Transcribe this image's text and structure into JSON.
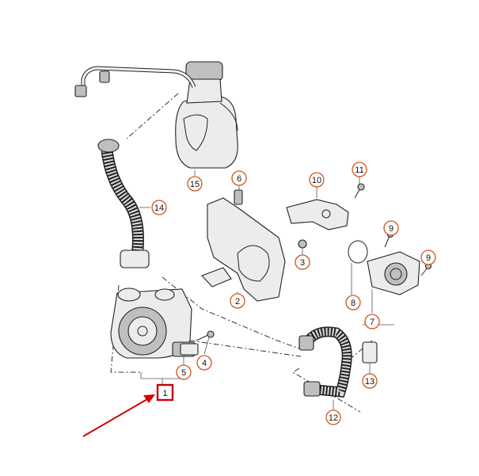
{
  "callouts": [
    {
      "id": "1",
      "label": "1",
      "highlighted": true
    },
    {
      "id": "2",
      "label": "2"
    },
    {
      "id": "3",
      "label": "3"
    },
    {
      "id": "4",
      "label": "4"
    },
    {
      "id": "5",
      "label": "5"
    },
    {
      "id": "6",
      "label": "6"
    },
    {
      "id": "7",
      "label": "7"
    },
    {
      "id": "8",
      "label": "8"
    },
    {
      "id": "9a",
      "label": "9"
    },
    {
      "id": "9b",
      "label": "9"
    },
    {
      "id": "10",
      "label": "10"
    },
    {
      "id": "11",
      "label": "11"
    },
    {
      "id": "12",
      "label": "12"
    },
    {
      "id": "13",
      "label": "13"
    },
    {
      "id": "14",
      "label": "14"
    },
    {
      "id": "15",
      "label": "15"
    }
  ],
  "colors": {
    "callout_ring": "#d2541a",
    "highlight_box": "#c40000",
    "pointer_arrow": "#d40000",
    "line_art": "#222222"
  }
}
